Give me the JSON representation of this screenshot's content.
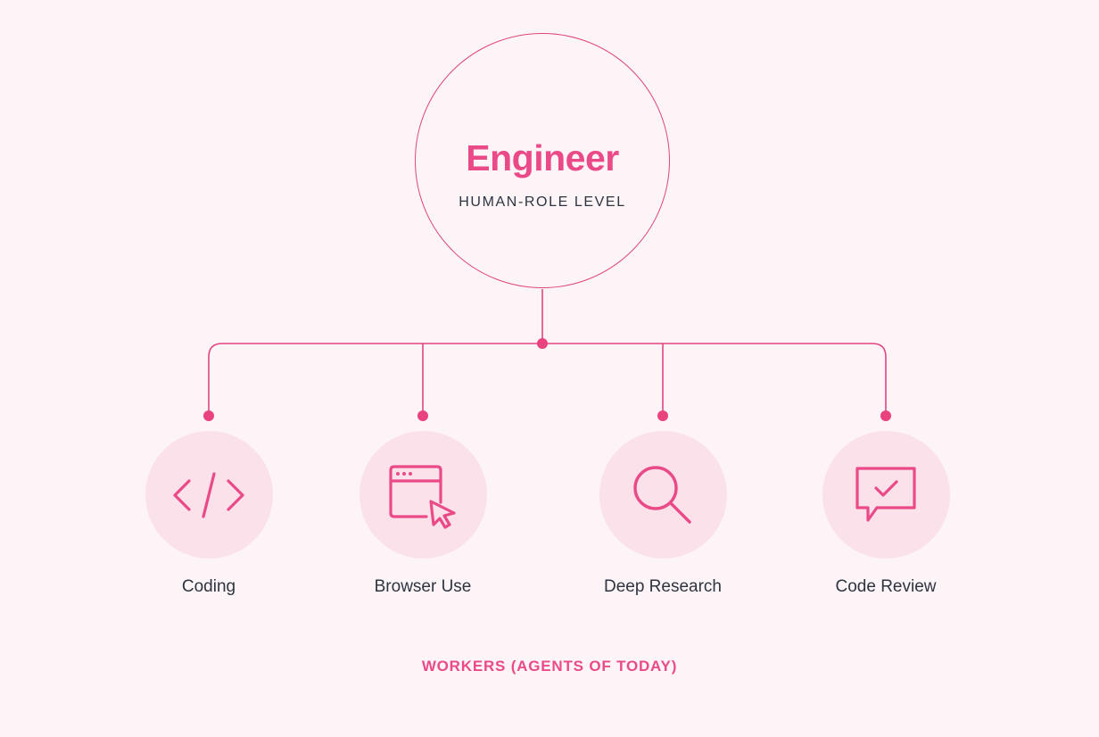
{
  "root": {
    "title": "Engineer",
    "subtitle": "HUMAN-ROLE LEVEL"
  },
  "workers": [
    {
      "label": "Coding",
      "icon": "code-icon"
    },
    {
      "label": "Browser Use",
      "icon": "browser-cursor-icon"
    },
    {
      "label": "Deep Research",
      "icon": "magnifier-icon"
    },
    {
      "label": "Code Review",
      "icon": "chat-check-icon"
    }
  ],
  "footer": {
    "label": "WORKERS (AGENTS OF TODAY)"
  },
  "colors": {
    "accent": "#ea4a87",
    "bubble": "#fbe1ea",
    "text": "#2e3440",
    "background": "#fcf4f7"
  }
}
